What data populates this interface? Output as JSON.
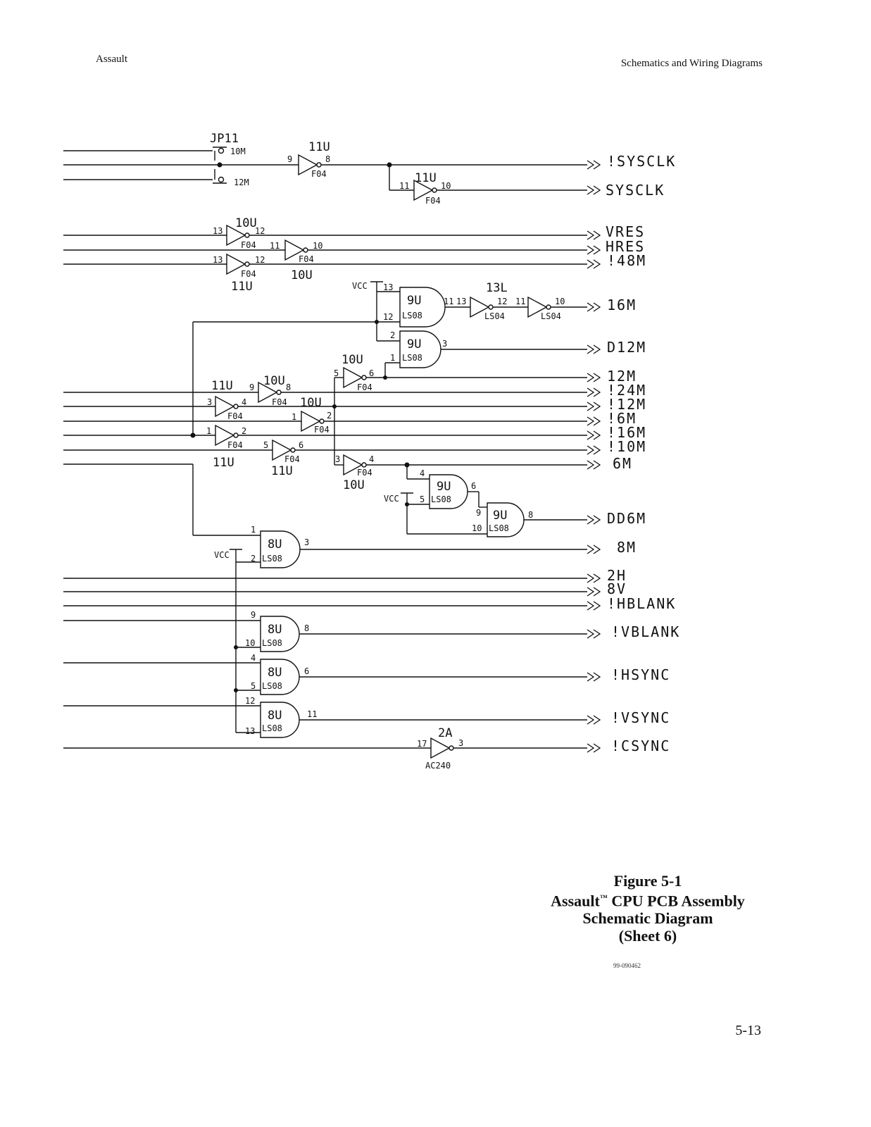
{
  "header": {
    "left": "Assault",
    "right": "Schematics and Wiring Diagrams"
  },
  "caption": {
    "line1": "Figure 5-1",
    "line2_a": "Assault",
    "line2_tm": "™",
    "line2_b": " CPU PCB Assembly",
    "line3": "Schematic Diagram",
    "line4": "(Sheet 6)"
  },
  "doc_number": "99-090462",
  "page_number": "5-13",
  "schematic": {
    "jumper": {
      "ref": "JP11",
      "opt_a": "10M",
      "opt_b": "12M"
    },
    "power": "VCC",
    "signals": [
      "!SYSCLK",
      "SYSCLK",
      "VRES",
      "HRES",
      "!48M",
      "16M",
      "D12M",
      "12M",
      "!24M",
      "!12M",
      "!6M",
      "!16M",
      "!10M",
      "6M",
      "DD6M",
      "8M",
      "2H",
      "8V",
      "!HBLANK",
      "!VBLANK",
      "!HSYNC",
      "!VSYNC",
      "!CSYNC"
    ],
    "inverters": [
      {
        "ref": "11U",
        "part": "F04",
        "in": "9",
        "out": "8"
      },
      {
        "ref": "11U",
        "part": "F04",
        "in": "11",
        "out": "10"
      },
      {
        "ref": "10U",
        "part": "F04",
        "in": "13",
        "out": "12"
      },
      {
        "ref": "10U",
        "part": "F04",
        "in": "11",
        "out": "10"
      },
      {
        "ref": "11U",
        "part": "F04",
        "in": "13",
        "out": "12"
      },
      {
        "ref": "13L",
        "part": "LS04",
        "in": "13",
        "out": "12"
      },
      {
        "ref": "",
        "part": "LS04",
        "in": "11",
        "out": "10"
      },
      {
        "ref": "10U",
        "part": "F04",
        "in": "5",
        "out": "6"
      },
      {
        "ref": "10U",
        "part": "F04",
        "in": "9",
        "out": "8"
      },
      {
        "ref": "11U",
        "part": "F04",
        "in": "3",
        "out": "4"
      },
      {
        "ref": "10U",
        "part": "F04",
        "in": "1",
        "out": "2"
      },
      {
        "ref": "11U",
        "part": "F04",
        "in": "1",
        "out": "2"
      },
      {
        "ref": "11U",
        "part": "F04",
        "in": "5",
        "out": "6"
      },
      {
        "ref": "10U",
        "part": "F04",
        "in": "3",
        "out": "4"
      },
      {
        "ref": "2A",
        "part": "AC240",
        "in": "17",
        "out": "3"
      }
    ],
    "and_gates": [
      {
        "ref": "9U",
        "part": "LS08",
        "in_a": "13",
        "in_b": "12",
        "out": "11"
      },
      {
        "ref": "9U",
        "part": "LS08",
        "in_a": "2",
        "in_b": "1",
        "out": "3"
      },
      {
        "ref": "9U",
        "part": "LS08",
        "in_a": "4",
        "in_b": "5",
        "out": "6"
      },
      {
        "ref": "9U",
        "part": "LS08",
        "in_a": "9",
        "in_b": "10",
        "out": "8"
      },
      {
        "ref": "8U",
        "part": "LS08",
        "in_a": "1",
        "in_b": "2",
        "out": "3"
      },
      {
        "ref": "8U",
        "part": "LS08",
        "in_a": "9",
        "in_b": "10",
        "out": "8"
      },
      {
        "ref": "8U",
        "part": "LS08",
        "in_a": "4",
        "in_b": "5",
        "out": "6"
      },
      {
        "ref": "8U",
        "part": "LS08",
        "in_a": "12",
        "in_b": "13",
        "out": "11"
      }
    ]
  }
}
